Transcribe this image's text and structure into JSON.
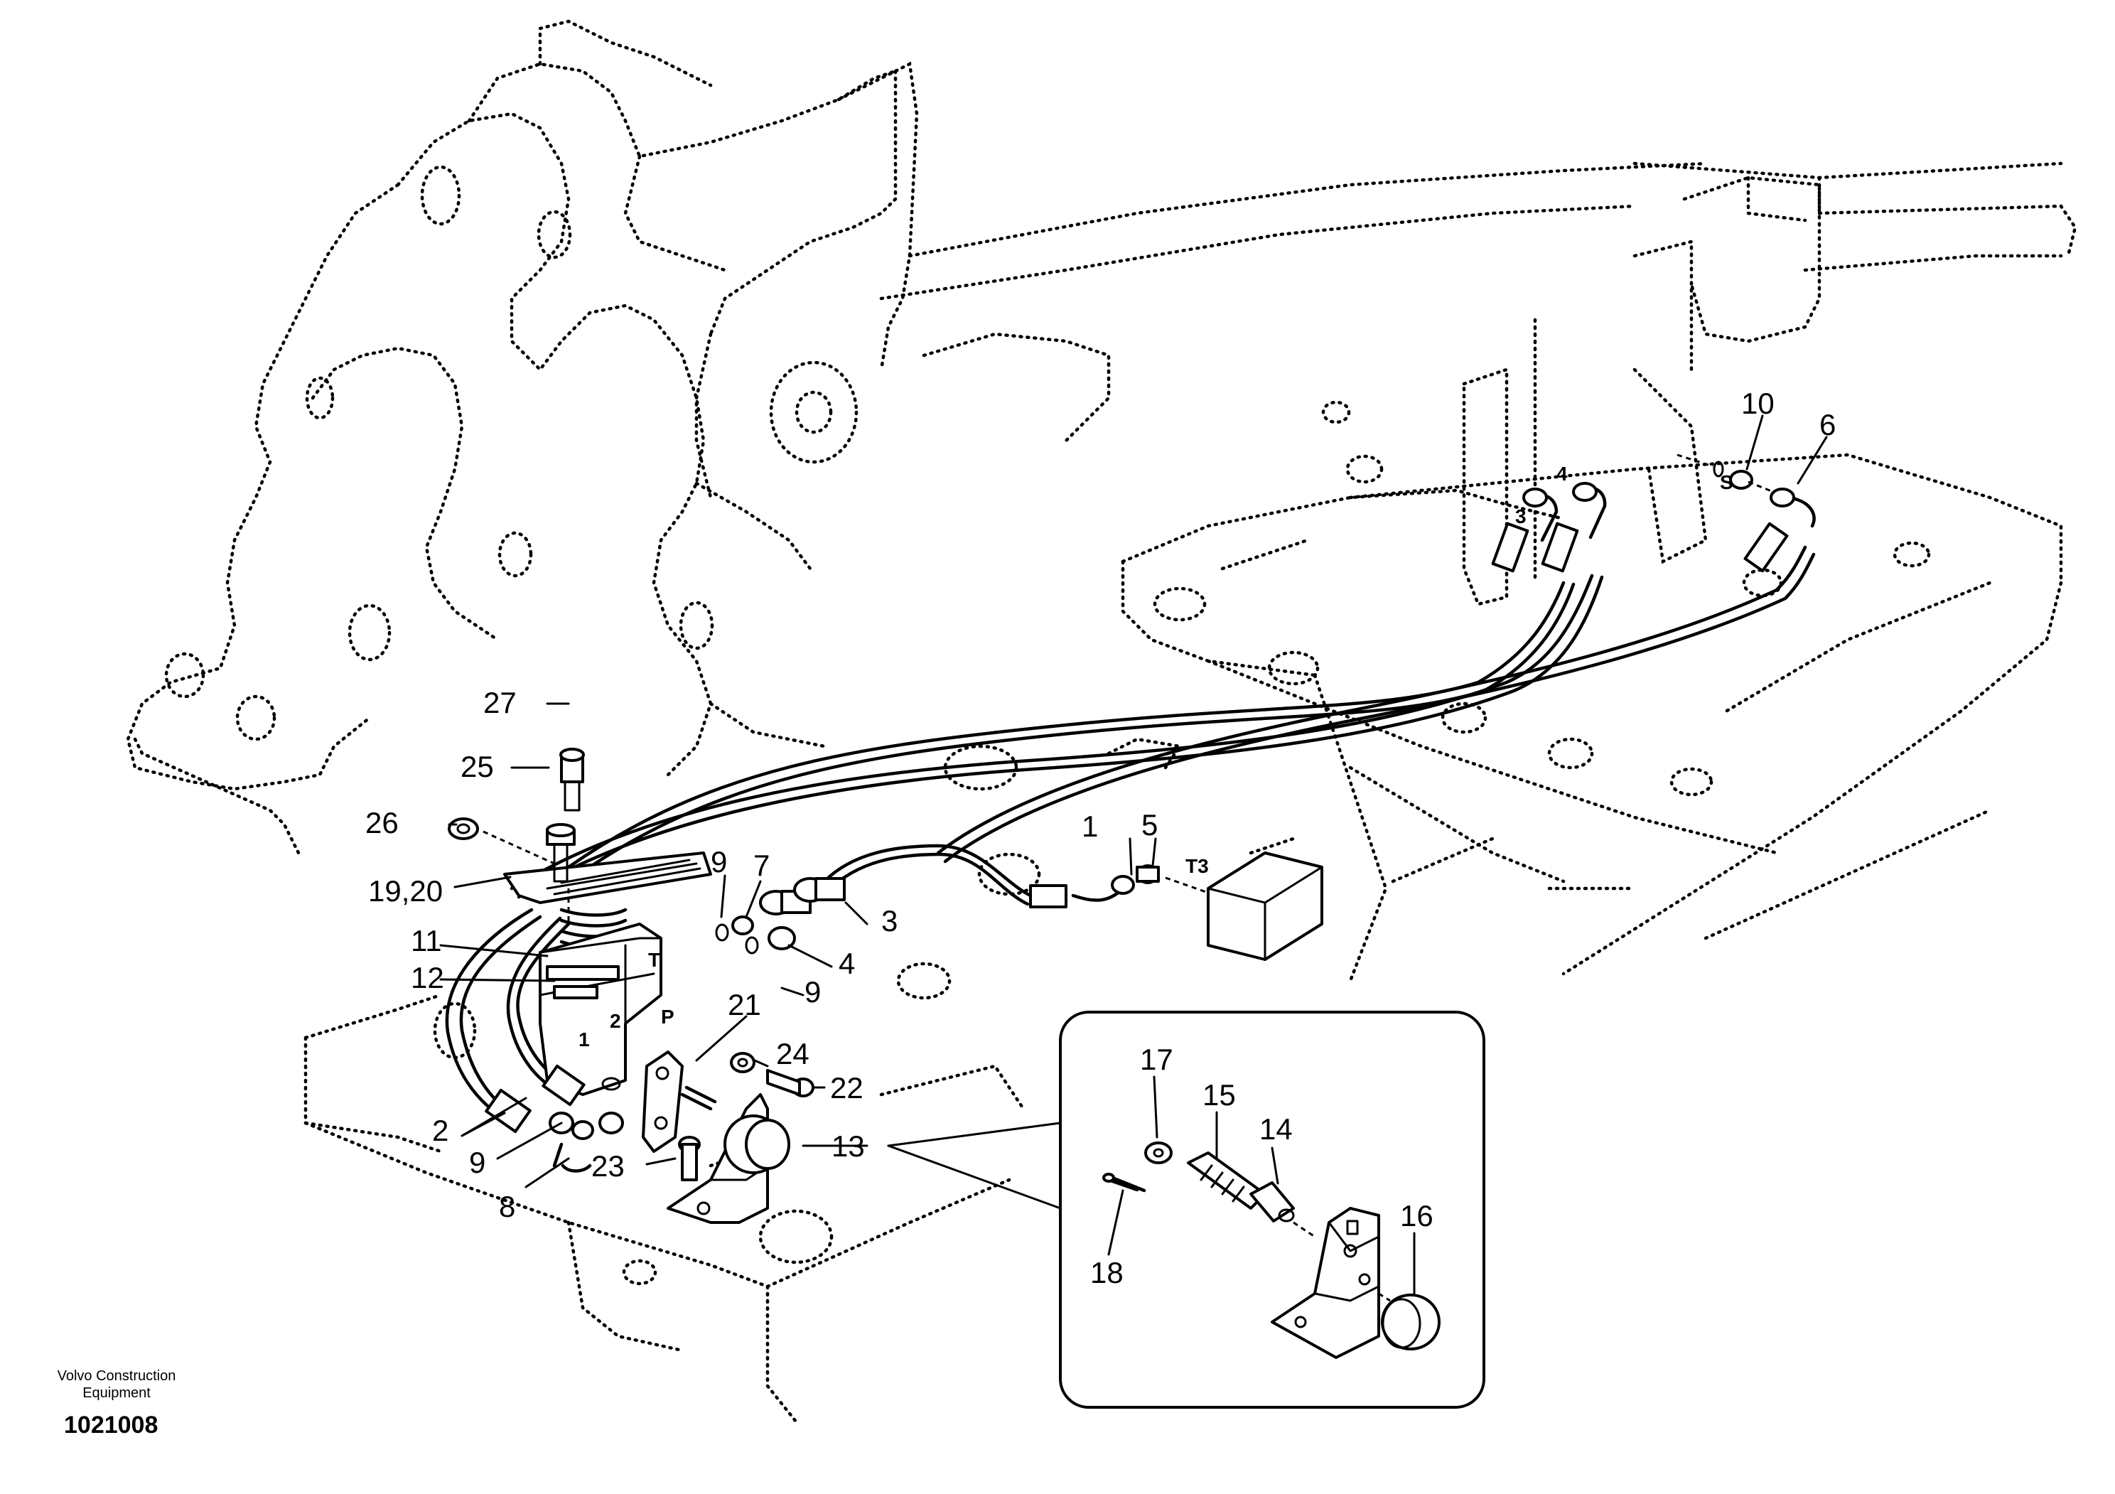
{
  "diagram": {
    "callouts": [
      "1",
      "2",
      "3",
      "4",
      "5",
      "6",
      "7",
      "8",
      "9",
      "9",
      "9",
      "10",
      "11",
      "12",
      "13",
      "14",
      "15",
      "16",
      "17",
      "18",
      "19,20",
      "21",
      "22",
      "23",
      "24",
      "25",
      "26",
      "27"
    ],
    "port_marks": [
      "T3",
      "S",
      "T",
      "P",
      "1",
      "2",
      "3",
      "4"
    ],
    "footer": {
      "company_line1": "Volvo Construction",
      "company_line2": "Equipment",
      "drawing_number": "1021008"
    }
  }
}
